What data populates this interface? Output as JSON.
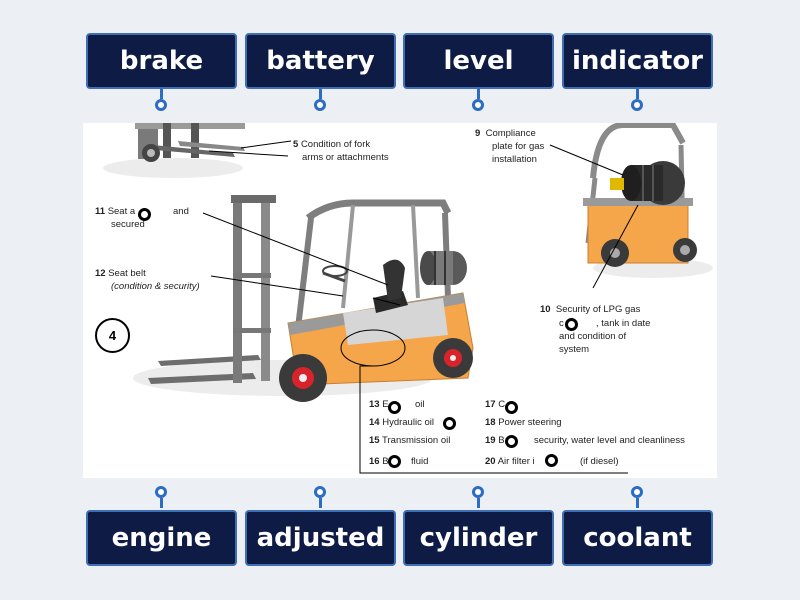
{
  "top_tiles": [
    "brake",
    "battery",
    "level",
    "indicator"
  ],
  "bottom_tiles": [
    "engine",
    "adjusted",
    "cylinder",
    "coolant"
  ],
  "step_number": "4",
  "labels": {
    "l5_num": "5",
    "l5_a": "Condition of fork",
    "l5_b": "arms or attachments",
    "l9_num": "9",
    "l9_a": "Compliance",
    "l9_b": "plate for gas",
    "l9_c": "installation",
    "l11_num": "11",
    "l11_a": "Seat a",
    "l11_a2": "and",
    "l11_b": "secured",
    "l12_num": "12",
    "l12_a": "Seat belt",
    "l12_b": "(condition & security)",
    "l10_num": "10",
    "l10_a": "Security of LPG gas",
    "l10_b1": "c",
    "l10_b2": ", tank in date",
    "l10_c": "and condition of",
    "l10_d": "system",
    "l13_num": "13",
    "l13_a": "E",
    "l13_b": "oil",
    "l14_num": "14",
    "l14_a": "Hydraulic oil",
    "l15_num": "15",
    "l15_a": "Transmission oil",
    "l16_num": "16",
    "l16_a": "B",
    "l16_b": "fluid",
    "l17_num": "17",
    "l17_a": "C",
    "l18_num": "18",
    "l18_a": "Power steering",
    "l19_num": "19",
    "l19_a": "B",
    "l19_b": "security, water level and cleanliness",
    "l20_num": "20",
    "l20_a": "Air filter i",
    "l20_b": "(if diesel)"
  },
  "colors": {
    "tile_bg": "#0d1b45",
    "tile_border": "#3e6fb5",
    "pin": "#2c6cc4",
    "forklift_body": "#f5a54a",
    "wheel_hub": "#d8232a"
  }
}
